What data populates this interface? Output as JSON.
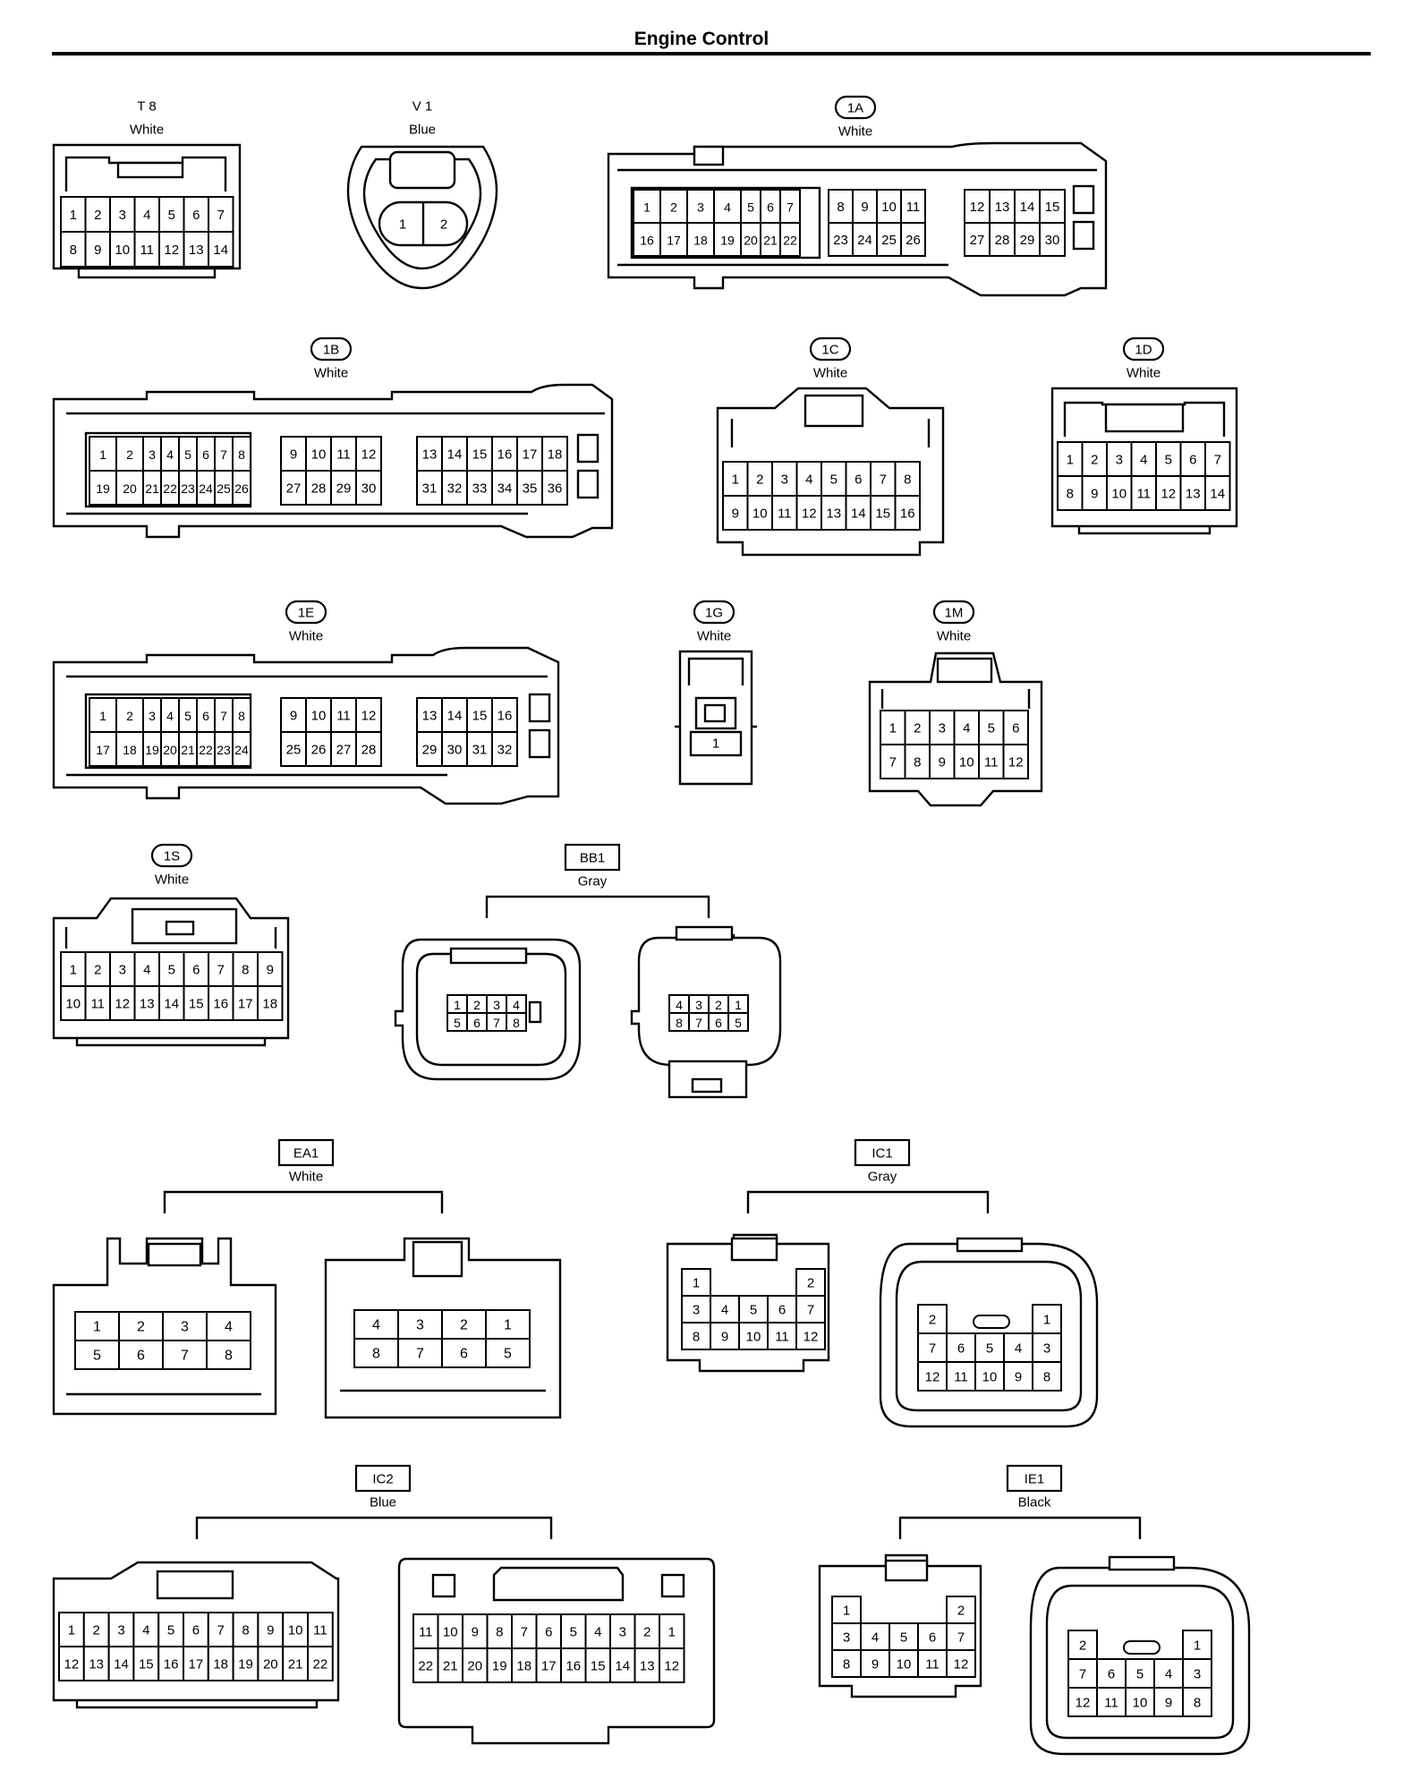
{
  "header": {
    "title": "Engine Control"
  },
  "connectors": {
    "T8": {
      "code": "T 8",
      "color": "White",
      "rows": [
        [
          "1",
          "2",
          "3",
          "4",
          "5",
          "6",
          "7"
        ],
        [
          "8",
          "9",
          "10",
          "11",
          "12",
          "13",
          "14"
        ]
      ]
    },
    "V1": {
      "code": "V 1",
      "color": "Blue",
      "rows": [
        [
          "1",
          "2"
        ]
      ]
    },
    "1A": {
      "code": "1A",
      "color": "White",
      "groups": [
        {
          "rows": [
            [
              "1",
              "2",
              "3",
              "4",
              "5",
              "6",
              "7"
            ],
            [
              "16",
              "17",
              "18",
              "19",
              "20",
              "21",
              "22"
            ]
          ]
        },
        {
          "rows": [
            [
              "8",
              "9",
              "10",
              "11"
            ],
            [
              "23",
              "24",
              "25",
              "26"
            ]
          ]
        },
        {
          "rows": [
            [
              "12",
              "13",
              "14",
              "15"
            ],
            [
              "27",
              "28",
              "29",
              "30"
            ]
          ]
        }
      ]
    },
    "1B": {
      "code": "1B",
      "color": "White",
      "groups": [
        {
          "rows": [
            [
              "1",
              "2",
              "3",
              "4",
              "5",
              "6",
              "7",
              "8"
            ],
            [
              "19",
              "20",
              "21",
              "22",
              "23",
              "24",
              "25",
              "26"
            ]
          ]
        },
        {
          "rows": [
            [
              "9",
              "10",
              "11",
              "12"
            ],
            [
              "27",
              "28",
              "29",
              "30"
            ]
          ]
        },
        {
          "rows": [
            [
              "13",
              "14",
              "15",
              "16",
              "17",
              "18"
            ],
            [
              "31",
              "32",
              "33",
              "34",
              "35",
              "36"
            ]
          ]
        }
      ]
    },
    "1C": {
      "code": "1C",
      "color": "White",
      "rows": [
        [
          "1",
          "2",
          "3",
          "4",
          "5",
          "6",
          "7",
          "8"
        ],
        [
          "9",
          "10",
          "11",
          "12",
          "13",
          "14",
          "15",
          "16"
        ]
      ]
    },
    "1D": {
      "code": "1D",
      "color": "White",
      "rows": [
        [
          "1",
          "2",
          "3",
          "4",
          "5",
          "6",
          "7"
        ],
        [
          "8",
          "9",
          "10",
          "11",
          "12",
          "13",
          "14"
        ]
      ]
    },
    "1E": {
      "code": "1E",
      "color": "White",
      "groups": [
        {
          "rows": [
            [
              "1",
              "2",
              "3",
              "4",
              "5",
              "6",
              "7",
              "8"
            ],
            [
              "17",
              "18",
              "19",
              "20",
              "21",
              "22",
              "23",
              "24"
            ]
          ]
        },
        {
          "rows": [
            [
              "9",
              "10",
              "11",
              "12"
            ],
            [
              "25",
              "26",
              "27",
              "28"
            ]
          ]
        },
        {
          "rows": [
            [
              "13",
              "14",
              "15",
              "16"
            ],
            [
              "29",
              "30",
              "31",
              "32"
            ]
          ]
        }
      ]
    },
    "1G": {
      "code": "1G",
      "color": "White",
      "rows": [
        [
          "1"
        ]
      ]
    },
    "1M": {
      "code": "1M",
      "color": "White",
      "rows": [
        [
          "1",
          "2",
          "3",
          "4",
          "5",
          "6"
        ],
        [
          "7",
          "8",
          "9",
          "10",
          "11",
          "12"
        ]
      ]
    },
    "1S": {
      "code": "1S",
      "color": "White",
      "rows": [
        [
          "1",
          "2",
          "3",
          "4",
          "5",
          "6",
          "7",
          "8",
          "9"
        ],
        [
          "10",
          "11",
          "12",
          "13",
          "14",
          "15",
          "16",
          "17",
          "18"
        ]
      ]
    },
    "BB1": {
      "code": "BB1",
      "color": "Gray",
      "left": {
        "rows": [
          [
            "1",
            "2",
            "3",
            "4"
          ],
          [
            "5",
            "6",
            "7",
            "8"
          ]
        ]
      },
      "right": {
        "rows": [
          [
            "4",
            "3",
            "2",
            "1"
          ],
          [
            "8",
            "7",
            "6",
            "5"
          ]
        ]
      }
    },
    "EA1": {
      "code": "EA1",
      "color": "White",
      "left": {
        "rows": [
          [
            "1",
            "2",
            "3",
            "4"
          ],
          [
            "5",
            "6",
            "7",
            "8"
          ]
        ]
      },
      "right": {
        "rows": [
          [
            "4",
            "3",
            "2",
            "1"
          ],
          [
            "8",
            "7",
            "6",
            "5"
          ]
        ]
      }
    },
    "IC1": {
      "code": "IC1",
      "color": "Gray",
      "left": {
        "rows": [
          [
            "1",
            "",
            "",
            "",
            "2"
          ],
          [
            "3",
            "4",
            "5",
            "6",
            "7"
          ],
          [
            "8",
            "9",
            "10",
            "11",
            "12"
          ]
        ]
      },
      "right": {
        "rows": [
          [
            "2",
            "",
            "",
            "",
            "1"
          ],
          [
            "7",
            "6",
            "5",
            "4",
            "3"
          ],
          [
            "12",
            "11",
            "10",
            "9",
            "8"
          ]
        ]
      }
    },
    "IC2": {
      "code": "IC2",
      "color": "Blue",
      "left": {
        "rows": [
          [
            "1",
            "2",
            "3",
            "4",
            "5",
            "6",
            "7",
            "8",
            "9",
            "10",
            "11"
          ],
          [
            "12",
            "13",
            "14",
            "15",
            "16",
            "17",
            "18",
            "19",
            "20",
            "21",
            "22"
          ]
        ]
      },
      "right": {
        "rows": [
          [
            "11",
            "10",
            "9",
            "8",
            "7",
            "6",
            "5",
            "4",
            "3",
            "2",
            "1"
          ],
          [
            "22",
            "21",
            "20",
            "19",
            "18",
            "17",
            "16",
            "15",
            "14",
            "13",
            "12"
          ]
        ]
      }
    },
    "IE1": {
      "code": "IE1",
      "color": "Black",
      "left": {
        "rows": [
          [
            "1",
            "",
            "",
            "",
            "2"
          ],
          [
            "3",
            "4",
            "5",
            "6",
            "7"
          ],
          [
            "8",
            "9",
            "10",
            "11",
            "12"
          ]
        ]
      },
      "right": {
        "rows": [
          [
            "2",
            "",
            "",
            "",
            "1"
          ],
          [
            "7",
            "6",
            "5",
            "4",
            "3"
          ],
          [
            "12",
            "11",
            "10",
            "9",
            "8"
          ]
        ]
      }
    }
  }
}
